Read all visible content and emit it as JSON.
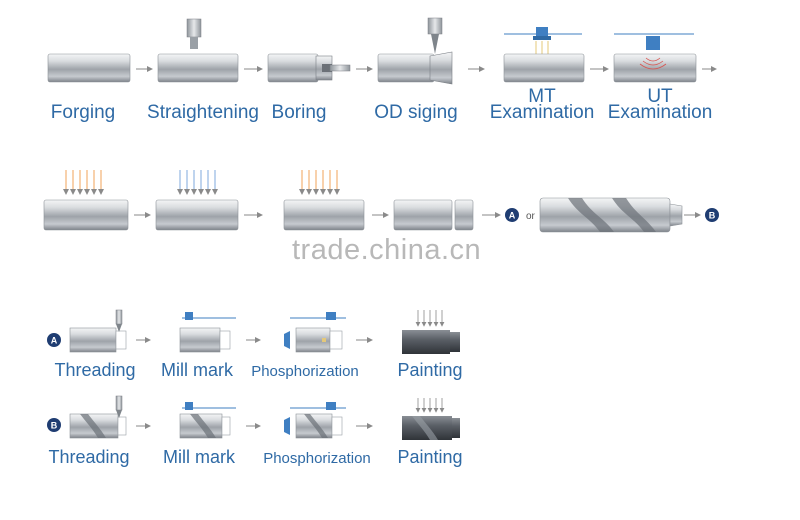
{
  "row1": {
    "steps": [
      "Forging",
      "Straightening",
      "Boring",
      "OD siging"
    ],
    "mt": {
      "line1": "MT",
      "line2": "Examination"
    },
    "ut": {
      "line1": "UT",
      "line2": "Examination"
    }
  },
  "row2": {
    "badge_a": "A",
    "or_text": "or",
    "badge_b": "B"
  },
  "branch_a": {
    "badge": "A",
    "steps": [
      "Threading",
      "Mill mark",
      "Phosphorization",
      "Painting"
    ]
  },
  "branch_b": {
    "badge": "B",
    "steps": [
      "Threading",
      "Mill mark",
      "Phosphorization",
      "Painting"
    ]
  },
  "watermark": "trade.china.cn",
  "colors": {
    "label_blue": "#2f6aa5",
    "badge_navy": "#1f3d72",
    "tool_blue": "#3f7fc2",
    "heat_orange": "#f0a35a",
    "cool_blue": "#7fa9dc",
    "steel": "#b9bec4"
  }
}
